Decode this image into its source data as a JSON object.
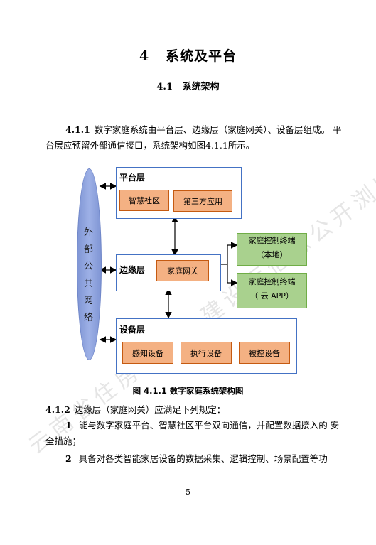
{
  "chapter": {
    "number": "4",
    "title": "系统及平台"
  },
  "section": {
    "number": "4.1",
    "title": "系统架构"
  },
  "clause_411": {
    "number": "4.1.1",
    "line1": "数字家庭系统由平台层、边缘层（家庭网关）、设备层组成。 平",
    "line2": "台层应预留外部通信接口，系统架构如图4.1.1所示。"
  },
  "diagram": {
    "external_network": [
      "外",
      "部",
      "公",
      "共",
      "网",
      "络"
    ],
    "platform_layer": {
      "label": "平台层",
      "boxes": [
        "智慧社区",
        "第三方应用"
      ]
    },
    "edge_layer": {
      "label": "边缘层",
      "box": "家庭网关"
    },
    "device_layer": {
      "label": "设备层",
      "boxes": [
        "感知设备",
        "执行设备",
        "被控设备"
      ]
    },
    "terminals": [
      {
        "line1": "家庭控制终端",
        "line2": "（本地）"
      },
      {
        "line1": "家庭控制终端",
        "line2": "（ 云 APP）"
      }
    ],
    "caption": "图  4.1.1  数字家庭系统架构图"
  },
  "clause_412": {
    "number": "4.1.2",
    "text": "边缘层（家庭网关）应满足下列规定：",
    "items": [
      {
        "num": "1",
        "line1": "能与数字家庭平台、智慧社区平台双向通信，并配置数据接入的 安",
        "line2": "全措施；"
      },
      {
        "num": "2",
        "line1": "具备对各类智能家居设备的数据采集、逻辑控制、场景配置等功"
      }
    ]
  },
  "page_number": "5",
  "watermark": "云南省住房和城乡建设厅信息公开浏览专用"
}
